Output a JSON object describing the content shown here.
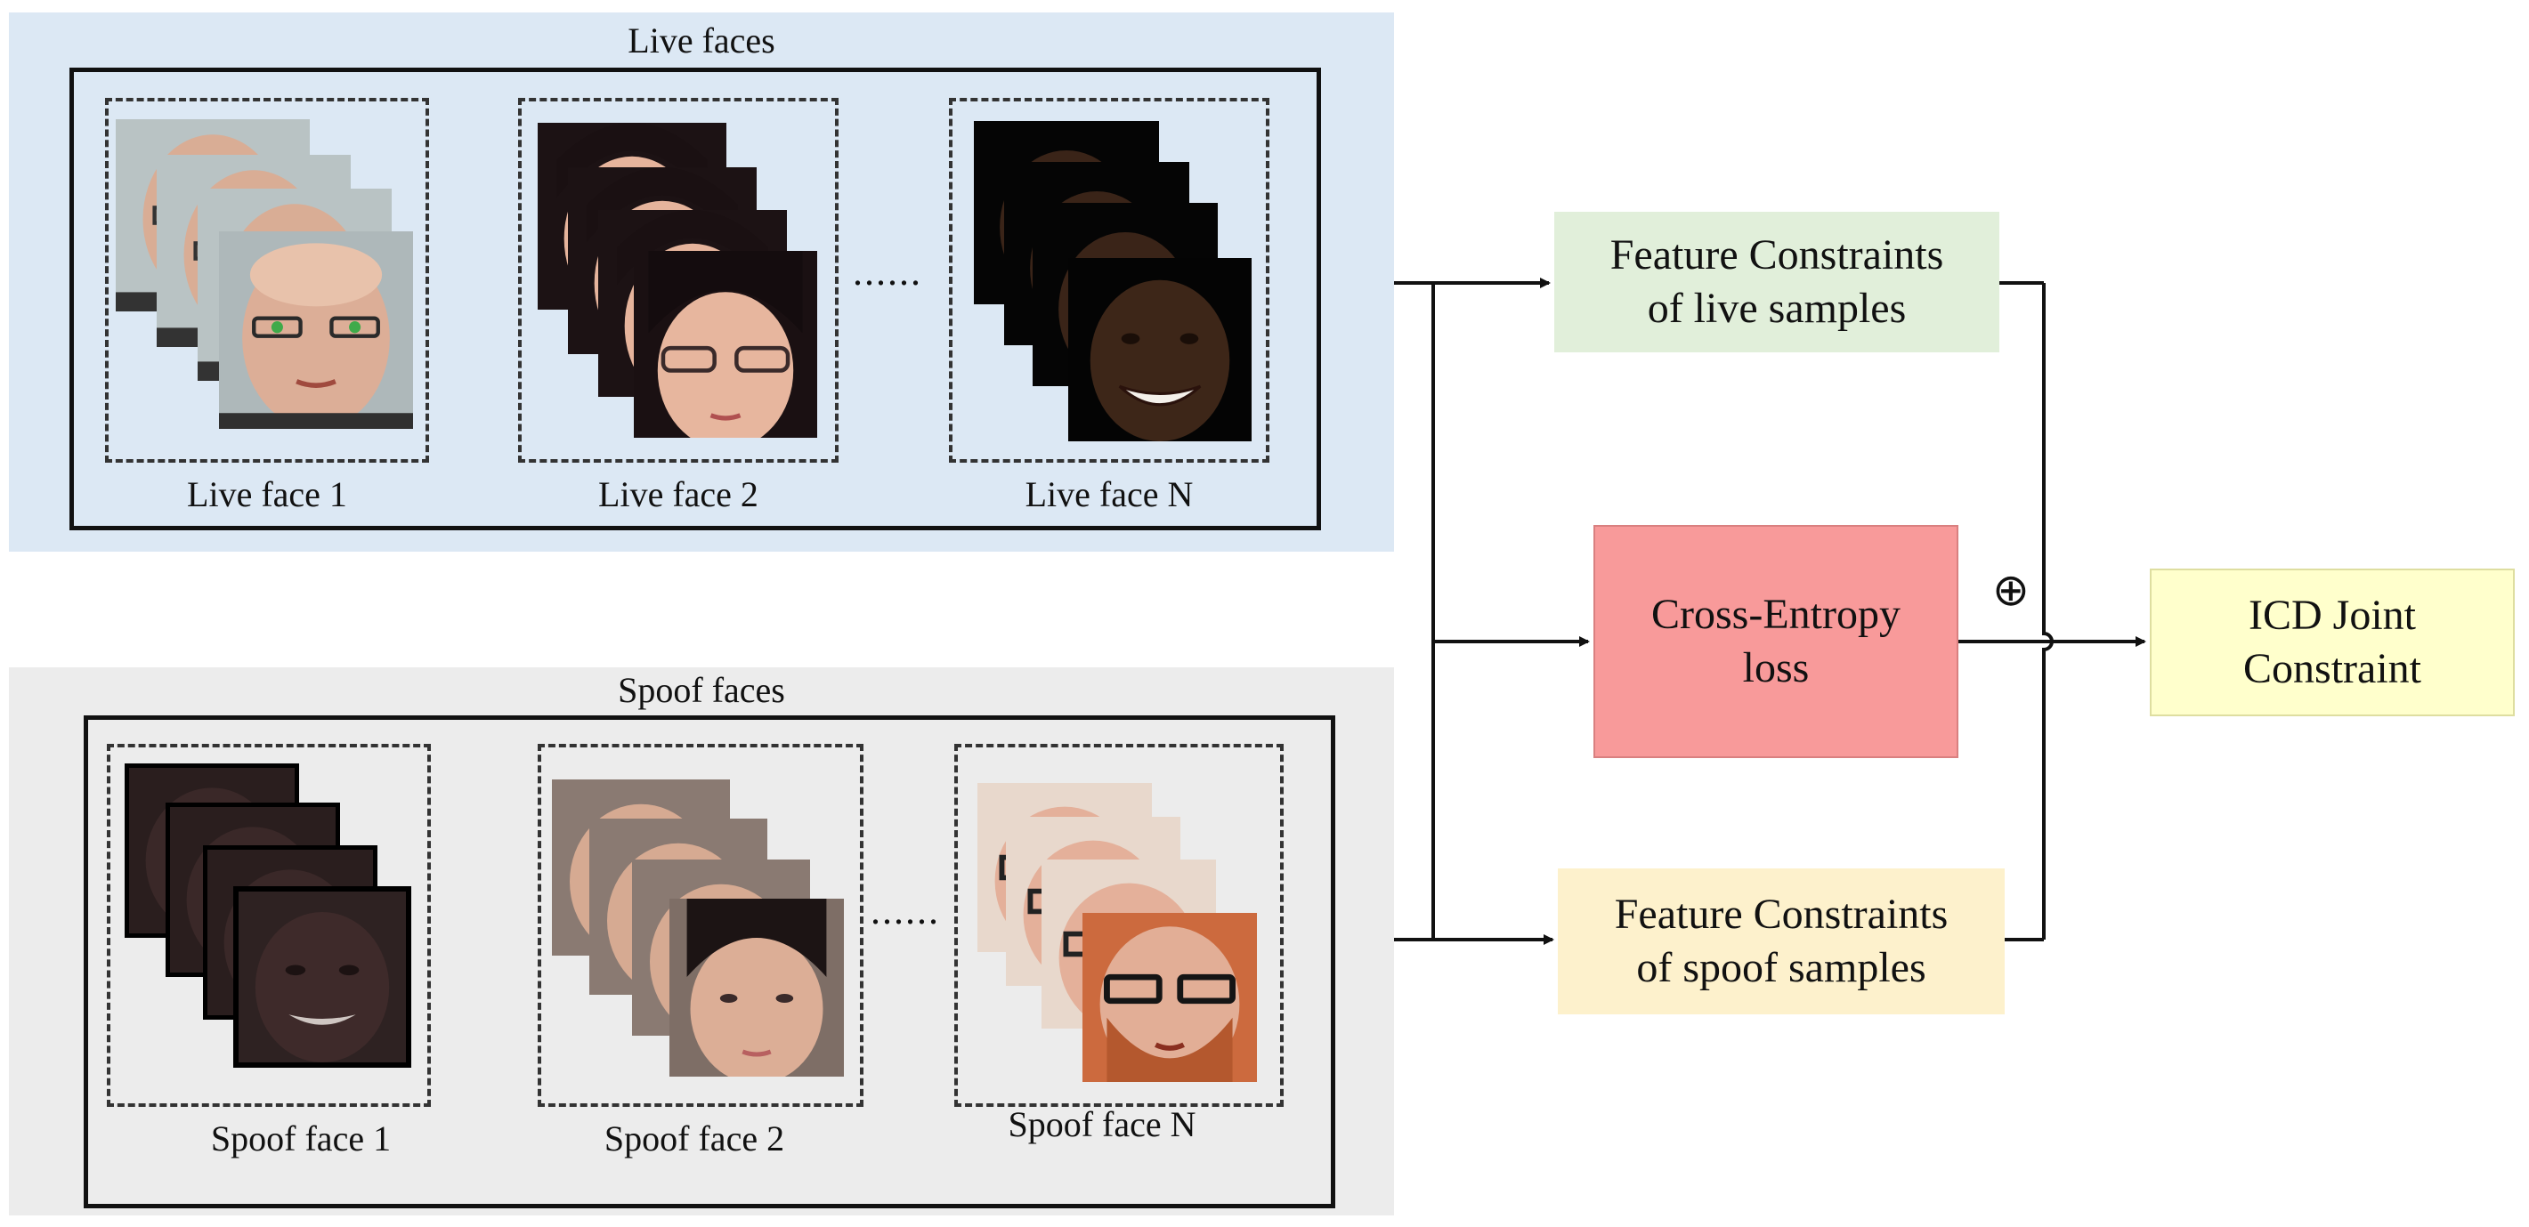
{
  "live_panel": {
    "title": "Live faces",
    "sets": [
      {
        "label": "Live face 1",
        "face": "bald-man-face"
      },
      {
        "label": "Live face 2",
        "face": "woman-glasses-face"
      },
      {
        "label": "Live face N",
        "face": "smiling-dark-face"
      }
    ],
    "ellipsis": "......"
  },
  "spoof_panel": {
    "title": "Spoof faces",
    "sets": [
      {
        "label": "Spoof face 1",
        "face": "dark-man-face"
      },
      {
        "label": "Spoof face 2",
        "face": "young-woman-face"
      },
      {
        "label": "Spoof face N",
        "face": "bearded-man-glasses-face"
      }
    ],
    "ellipsis": "......"
  },
  "nodes": {
    "live_constraint": {
      "line1": "Feature Constraints",
      "line2": "of live samples",
      "color": "#e1efda"
    },
    "cross_entropy": {
      "line1": "Cross-Entropy",
      "line2": "loss",
      "color": "#f89a9a"
    },
    "spoof_constraint": {
      "line1": "Feature Constraints",
      "line2": "of spoof samples",
      "color": "#fdf1cc"
    },
    "icd": {
      "line1": "ICD Joint",
      "line2": "Constraint",
      "color": "#ffffcc"
    }
  },
  "operator": "⊕",
  "colors": {
    "live_panel_bg": "#dce8f4",
    "spoof_panel_bg": "#ececec"
  }
}
